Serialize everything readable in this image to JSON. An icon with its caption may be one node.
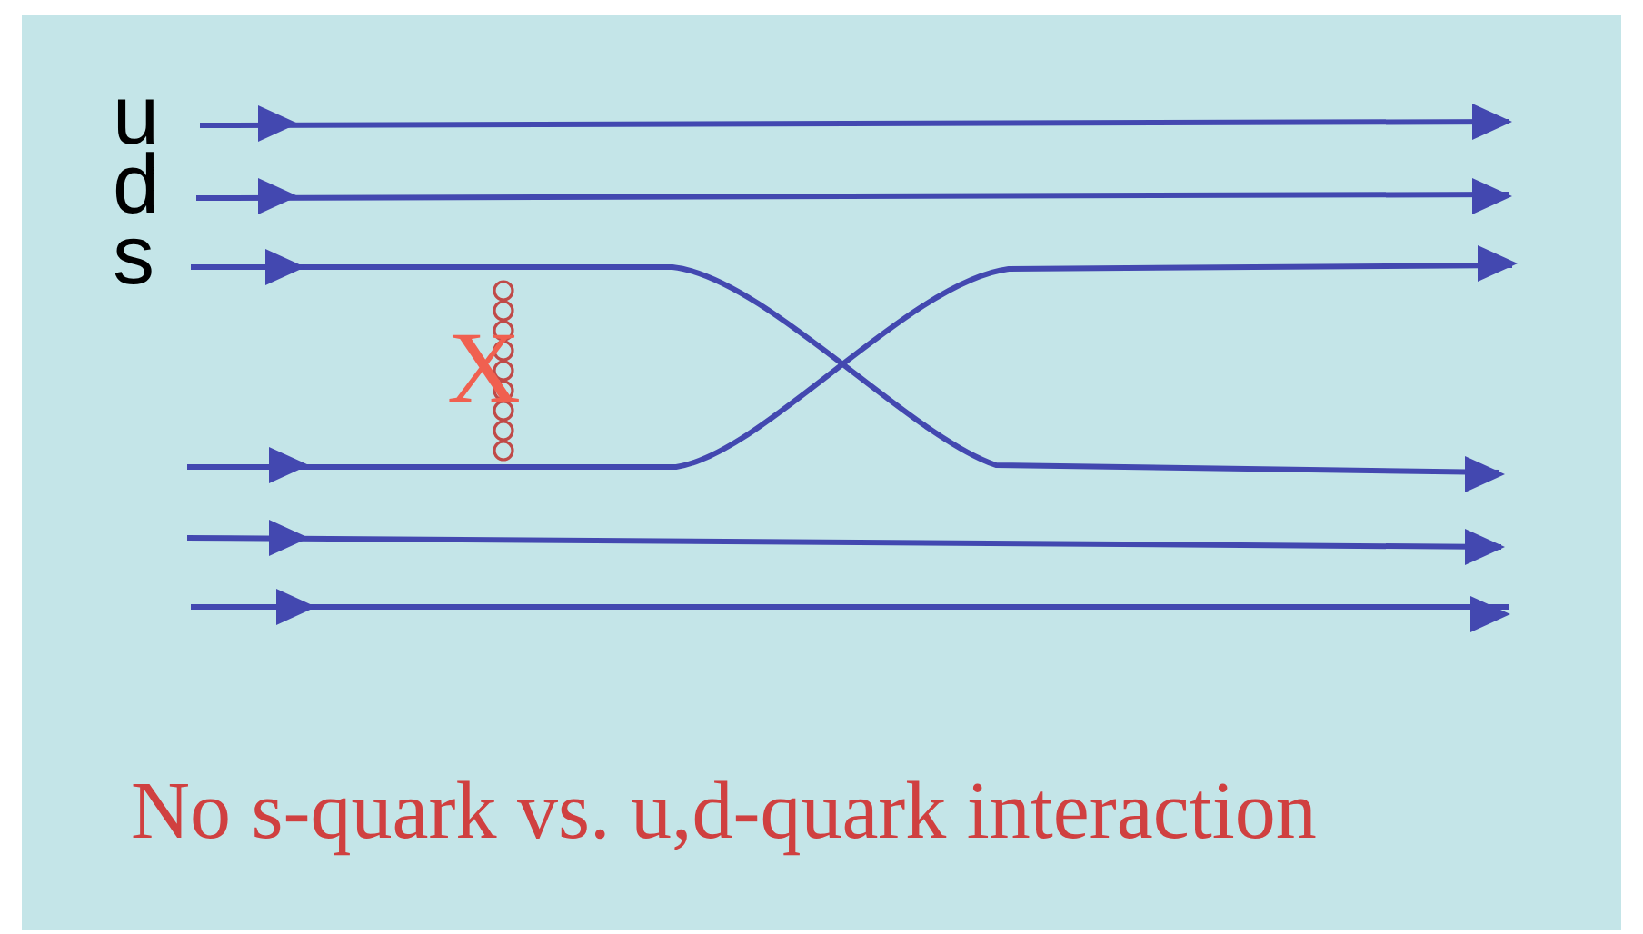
{
  "diagram": {
    "caption": "No s-quark vs. u,d-quark interaction",
    "labels": [
      "u",
      "d",
      "s",
      "X"
    ]
  }
}
